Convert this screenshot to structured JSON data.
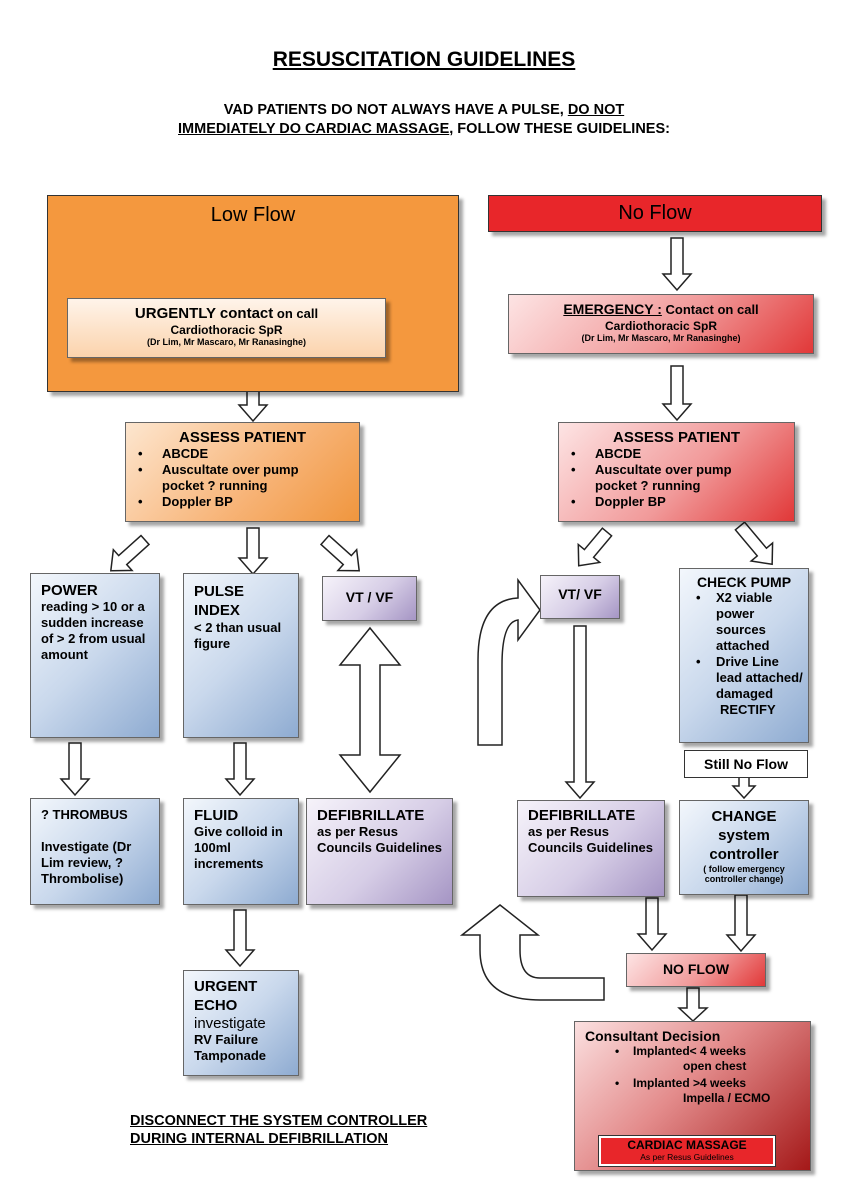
{
  "title": "RESUSCITATION GUIDELINES",
  "intro": {
    "part1": "VAD PATIENTS DO NOT ALWAYS HAVE A PULSE, ",
    "part2": "DO NOT",
    "part3": "IMMEDIATELY DO CARDIAC MASSAGE",
    "part4": ", FOLLOW THESE GUIDELINES:"
  },
  "low_flow": {
    "title": "Low Flow",
    "contact_urgently": "URGENTLY contact",
    "contact_rest": " on call",
    "contact_role": "Cardiothoracic SpR",
    "contact_names": "(Dr Lim, Mr Mascaro, Mr Ranasinghe)",
    "assess_title": "ASSESS PATIENT",
    "assess_items": [
      "ABCDE",
      "Auscultate over pump pocket ? running",
      "Doppler BP"
    ],
    "power_title": "POWER",
    "power_text": "reading > 10 or a sudden increase of > 2 from usual amount",
    "pulse_title": "PULSE INDEX",
    "pulse_text": "<  2 than usual figure",
    "vtvf": "VT / VF",
    "thrombus_title": "? THROMBUS",
    "thrombus_text": "Investigate (Dr Lim review, ? Thrombolise)",
    "fluid_title": "FLUID",
    "fluid_text": "Give colloid in 100ml increments",
    "defib_title": "DEFIBRILLATE",
    "defib_text": "as per Resus Councils Guidelines",
    "echo_title": "URGENT ECHO",
    "echo_investigate": "investigate",
    "echo_text": "RV Failure Tamponade"
  },
  "no_flow": {
    "title": "No Flow",
    "contact_emergency": "EMERGENCY :",
    "contact_rest": " Contact on call",
    "contact_role": "Cardiothoracic SpR",
    "contact_names": "(Dr Lim, Mr Mascaro, Mr Ranasinghe)",
    "assess_title": "ASSESS PATIENT",
    "assess_items": [
      "ABCDE",
      "Auscultate over pump pocket ? running",
      "Doppler BP"
    ],
    "vtvf": "VT/ VF",
    "check_title": "CHECK PUMP",
    "check_items": [
      "X2 viable power sources attached",
      "Drive Line lead attached/ damaged"
    ],
    "check_rectify": "RECTIFY",
    "still_no_flow": "Still No Flow",
    "defib_title": "DEFIBRILLATE",
    "defib_text": "as per Resus Councils Guidelines",
    "change_title": "CHANGE system controller",
    "change_note": "( follow emergency controller change)",
    "no_flow_box": "NO FLOW",
    "consultant_title": "Consultant  Decision",
    "consultant_item1": "Implanted< 4 weeks",
    "consultant_item1b": "open chest",
    "consultant_item2": "Implanted >4 weeks",
    "consultant_item2b": "Impella / ECMO",
    "cardiac_massage": "CARDIAC MASSAGE",
    "cardiac_massage_sub": "As per Resus Guidelines"
  },
  "footer": {
    "line1": "DISCONNECT  THE  SYSTEM  CONTROLLER",
    "line2": "DURING  INTERNAL  DEFIBRILLATION"
  },
  "colors": {
    "low_flow": "#f4983e",
    "no_flow": "#e8262a",
    "blue_boxes": "#8eabd1",
    "purple_boxes": "#a595c4"
  }
}
